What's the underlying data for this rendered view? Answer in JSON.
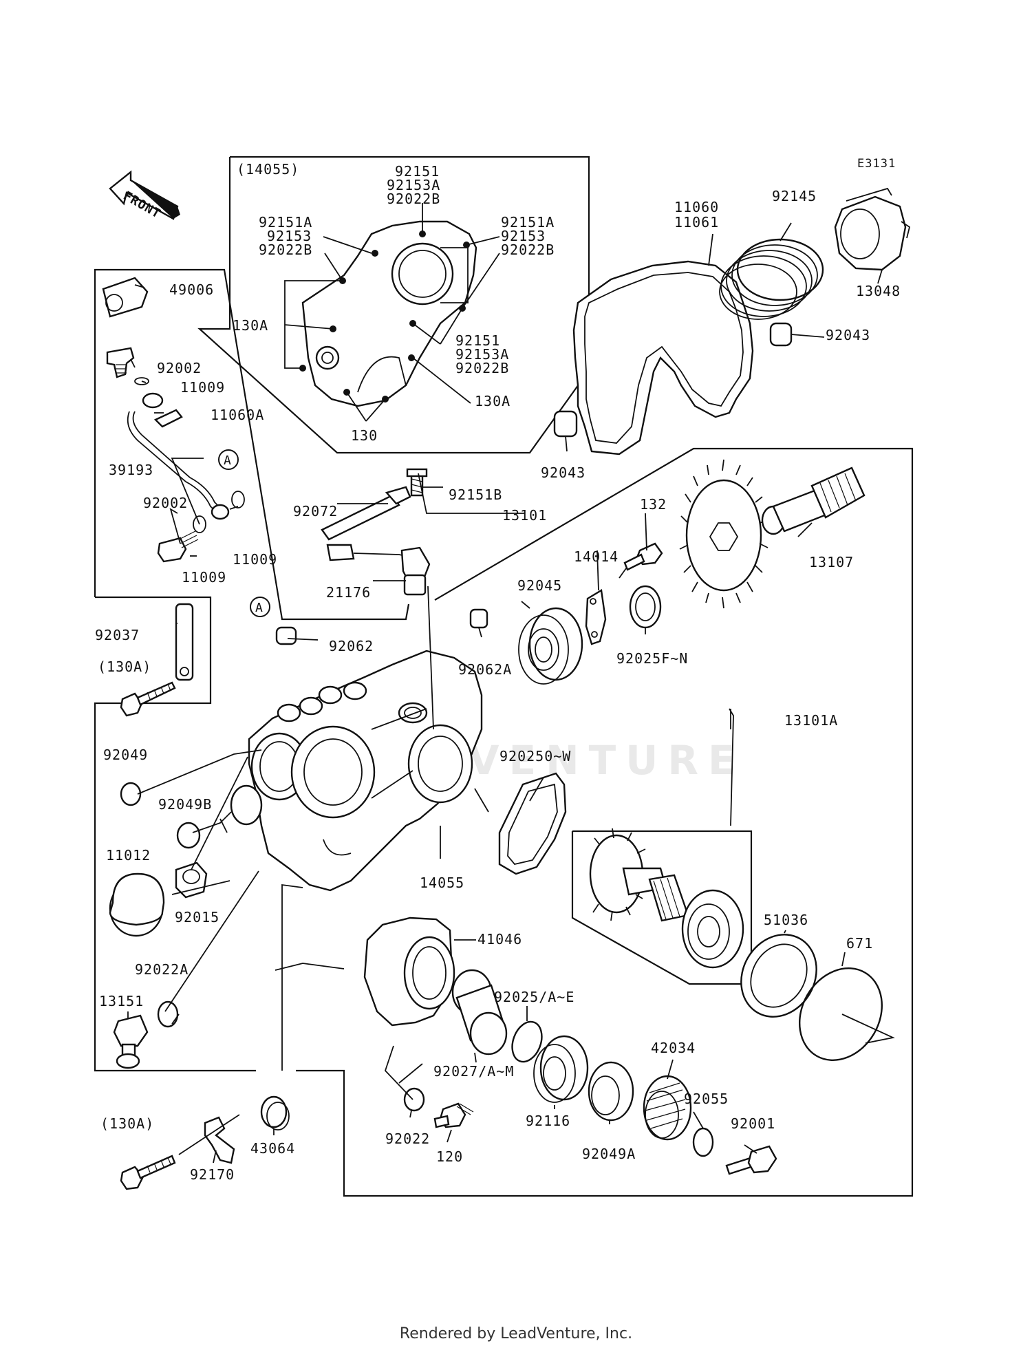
{
  "diagram_code": "E3131",
  "front_label": "FRONT",
  "watermark": "LEADVENTURE",
  "footer": "Rendered by LeadVenture, Inc.",
  "callout_A": "A",
  "box_labels": {
    "sub_assembly": "(14055)"
  },
  "part_labels": {
    "p92151_top": "92151",
    "p92153A_top": "92153A",
    "p92022B_top": "92022B",
    "p92151A_left": "92151A",
    "p92153_left": "92153",
    "p92022B_left": "92022B",
    "p92151A_right": "92151A",
    "p92153_right": "92153",
    "p92022B_right": "92022B",
    "p130A_left": "130A",
    "p92151_mid": "92151",
    "p92153A_mid": "92153A",
    "p92022B_mid": "92022B",
    "p130A_right": "130A",
    "p130": "130",
    "p11060": "11060",
    "p11061": "11061",
    "p92145": "92145",
    "p13048": "13048",
    "p92043_a": "92043",
    "p92043_b": "92043",
    "p49006": "49006",
    "p92002_a": "92002",
    "p11009_a": "11009",
    "p11060A": "11060A",
    "p39193": "39193",
    "p92002_b": "92002",
    "p11009_b": "11009",
    "p11009_c": "11009",
    "p92072": "92072",
    "p92151B": "92151B",
    "p13101": "13101",
    "p132": "132",
    "p21176": "21176",
    "p14014": "14014",
    "p92045": "92045",
    "p13107": "13107",
    "p92037": "92037",
    "p130A_bolt": "(130A)",
    "p92062": "92062",
    "p92062A": "92062A",
    "p92025F": "92025F~N",
    "p13101A": "13101A",
    "p92049": "92049",
    "p92049B": "92049B",
    "p920250": "920250~W",
    "p11012": "11012",
    "p14055": "14055",
    "p92015": "92015",
    "p51036": "51036",
    "p671": "671",
    "p41046": "41046",
    "p92022A": "92022A",
    "p13151": "13151",
    "p92025AE": "92025/A~E",
    "p42034": "42034",
    "p92027AM": "92027/A~M",
    "p92055": "92055",
    "p130A_bolt2": "(130A)",
    "p92001": "92001",
    "p92022": "92022",
    "p92116": "92116",
    "p92049A": "92049A",
    "p43064": "43064",
    "p120": "120",
    "p92170": "92170"
  }
}
